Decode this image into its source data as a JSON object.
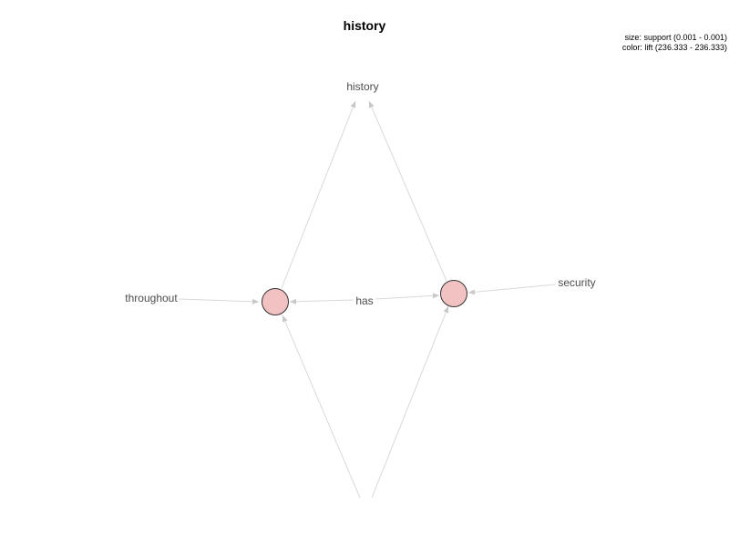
{
  "title": "history",
  "legend": {
    "size": "size: support (0.001 - 0.001)",
    "color": "color: lift (236.333 - 236.333)"
  },
  "colors": {
    "rule_fill": "#f2c2c2",
    "rule_stroke": "#333333",
    "edge": "#d9d9d9",
    "arrow": "#c8c8c8",
    "label": "#4d4d4d"
  },
  "items": [
    {
      "id": "history",
      "label": "history"
    },
    {
      "id": "throughout",
      "label": "throughout"
    },
    {
      "id": "has",
      "label": "has"
    },
    {
      "id": "security",
      "label": "security"
    },
    {
      "id": "unnamed",
      "label": ""
    }
  ],
  "rules": [
    {
      "id": "rule1",
      "lhs": [
        "throughout",
        "has",
        "unnamed"
      ],
      "rhs": "history",
      "support": 0.001,
      "lift": 236.333
    },
    {
      "id": "rule2",
      "lhs": [
        "has",
        "security",
        "unnamed"
      ],
      "rhs": "history",
      "support": 0.001,
      "lift": 236.333
    }
  ]
}
